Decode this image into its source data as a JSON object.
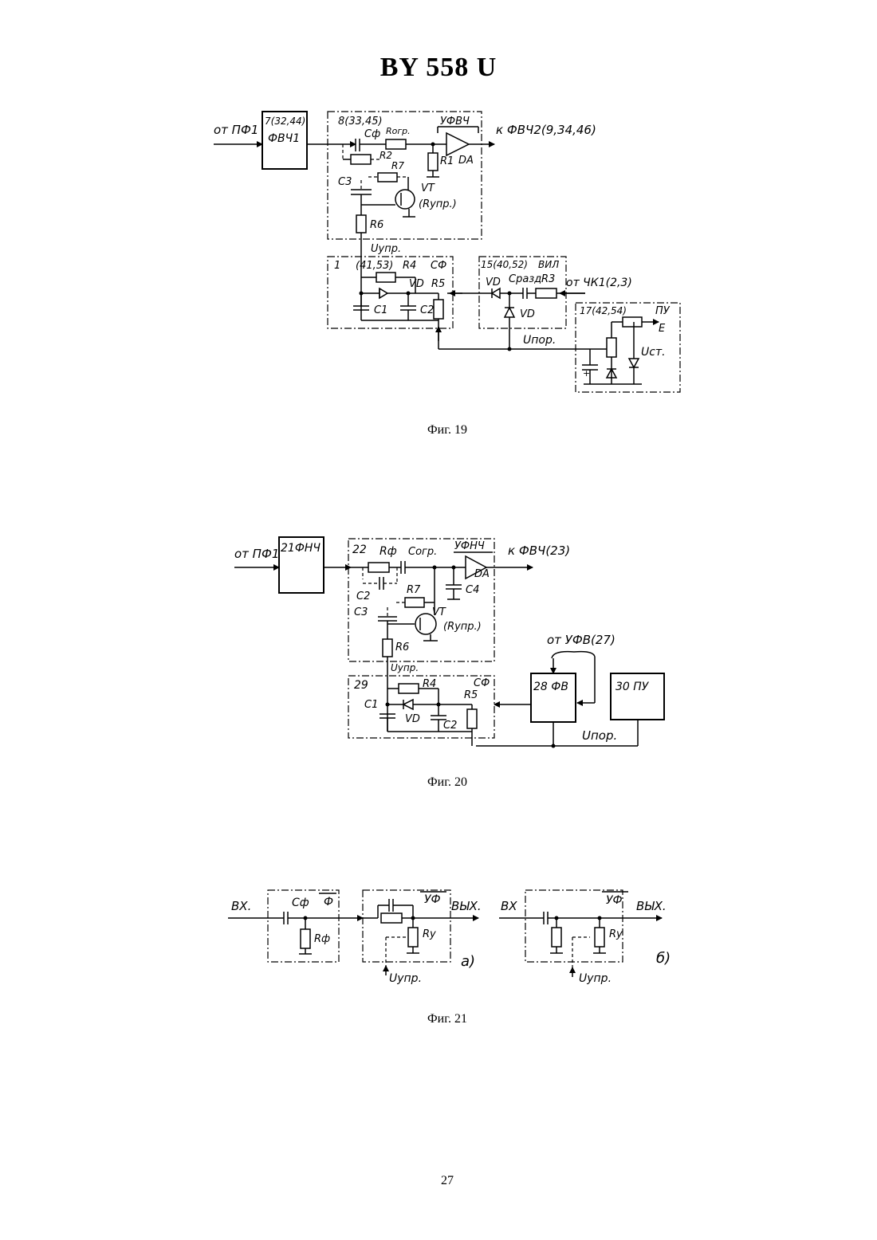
{
  "header": {
    "title": "BY 558 U"
  },
  "fig19": {
    "caption": "Фиг. 19",
    "labels": {
      "from_pf1": "от ПФ1",
      "block7": "7(32,44)",
      "fvch1": "ФВЧ1",
      "block8": "8(33,45)",
      "c_f": "Cф",
      "r_ogr": "Rогр.",
      "r2": "R2",
      "r7": "R7",
      "c3": "C3",
      "vt": "VT",
      "r_upr": "(Rупр.)",
      "r1": "R1",
      "r6": "R6",
      "ufvch": "УФВЧ",
      "da": "DA",
      "to_fvch2": "к ФВЧ2(9,34,46)",
      "u_upr": "Uупр.",
      "block1": "1",
      "block1_nums": "(41,53)",
      "r4": "R4",
      "sf": "СФ",
      "vd1": "VD",
      "r5": "R5",
      "c1": "C1",
      "c2": "C2",
      "block15": "15(40,52)",
      "vil": "ВИЛ",
      "vd2": "VD",
      "c_razd": "Cразд",
      "r3": "R3",
      "from_chk1": "от ЧК1(2,3)",
      "vd3": "VD",
      "u_por": "Uпор.",
      "block17": "17(42,54)",
      "pu": "ПУ",
      "e": "E",
      "u_st": "Uст.",
      "plus": "+"
    }
  },
  "fig20": {
    "caption": "Фиг. 20",
    "labels": {
      "from_pf1": "от ПФ1",
      "block21": "21ФНЧ",
      "block22": "22",
      "r_f": "Rф",
      "c_ogr": "Cогр.",
      "ufnch": "УФНЧ",
      "to_fvch": "к ФВЧ(23)",
      "da": "DA",
      "c2a": "C2",
      "r7": "R7",
      "c4": "C4",
      "c3": "C3",
      "vt": "VT",
      "r_upr": "(Rупр.)",
      "r6": "R6",
      "u_upr": "Uупр.",
      "from_ufv": "от УФВ(27)",
      "block29": "29",
      "r4": "R4",
      "sf": "СФ",
      "c1": "C1",
      "vd": "VD",
      "r5": "R5",
      "c2b": "C2",
      "block28": "28 ФВ",
      "block30": "30 ПУ",
      "u_por": "Uпор."
    }
  },
  "fig21": {
    "caption": "Фиг. 21",
    "labels": {
      "vx_a": "ВХ.",
      "c_f": "Cф",
      "f": "Ф",
      "r_f": "Rф",
      "uf_a": "УФ",
      "vyx_a": "ВЫХ.",
      "ry_a": "Ry",
      "u_upr_a": "Uупр.",
      "sub_a": "а)",
      "vx_b": "ВХ",
      "uf_b": "УФ",
      "vyx_b": "ВЫХ.",
      "ry_b": "Ry",
      "u_upr_b": "Uупр.",
      "sub_b": "б)"
    }
  },
  "page": {
    "number": "27"
  }
}
